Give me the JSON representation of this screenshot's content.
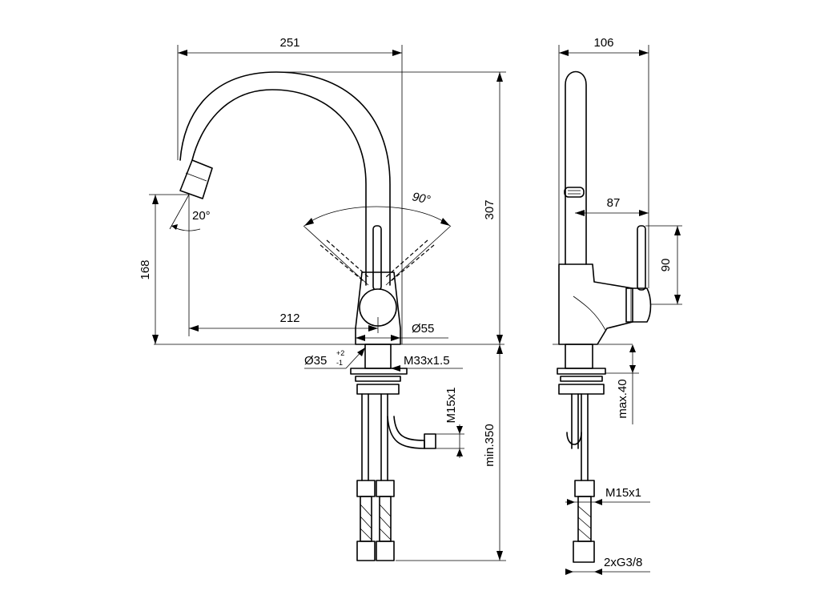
{
  "front_view": {
    "width_total": "251",
    "height_total": "307",
    "spout_height": "168",
    "spout_reach": "212",
    "tilt_angle": "20°",
    "swivel_angle": "90°",
    "base_diameter": "Ø55",
    "hole_diameter": "Ø35",
    "hole_tol_plus": "+2",
    "hole_tol_minus": "-1",
    "thread_size": "M33x1.5",
    "outlet_thread": "M15x1",
    "hose_length": "min.350"
  },
  "side_view": {
    "depth_total": "106",
    "spout_depth": "87",
    "lever_height": "90",
    "deck_thickness": "max.40",
    "hose_thread": "M15x1",
    "connections": "2xG3/8"
  }
}
